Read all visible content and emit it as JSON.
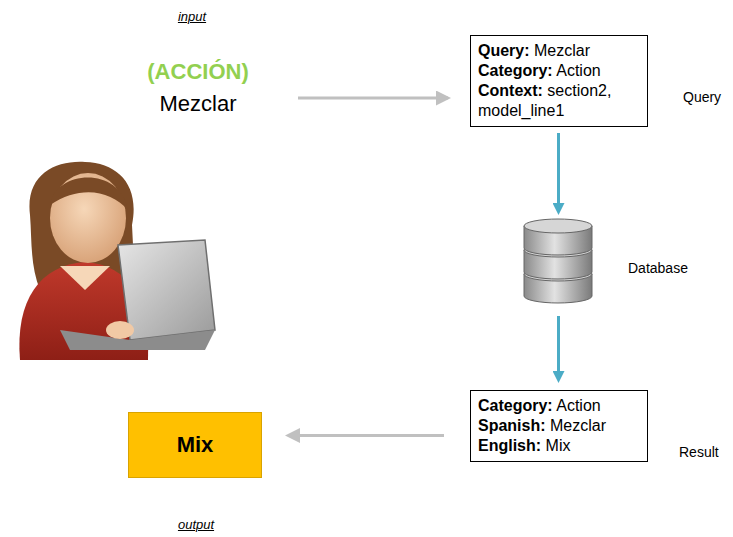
{
  "diagram": {
    "nodes": [
      {
        "text": [
          "Query:",
          "Mezclar",
          "Category:",
          "Action",
          "Context:",
          "section2, model_line1"
        ]
      },
      {
        "text": [
          "Database"
        ]
      },
      {
        "text": [
          "Category:",
          "Action",
          "Spanish:",
          "Mezclar",
          "English:",
          "Mix"
        ]
      },
      {
        "text": [
          "Mix"
        ]
      }
    ],
    "edges": [
      {
        "from": 0,
        "to": 1,
        "arrow": "to"
      },
      {
        "from": 1,
        "to": 2,
        "arrow": "to"
      },
      {
        "from": 2,
        "to": 3,
        "arrow": "to"
      }
    ],
    "labels": [
      "input",
      "(ACCIÓN)",
      "Mezclar",
      "Query",
      "Result",
      "output"
    ]
  }
}
